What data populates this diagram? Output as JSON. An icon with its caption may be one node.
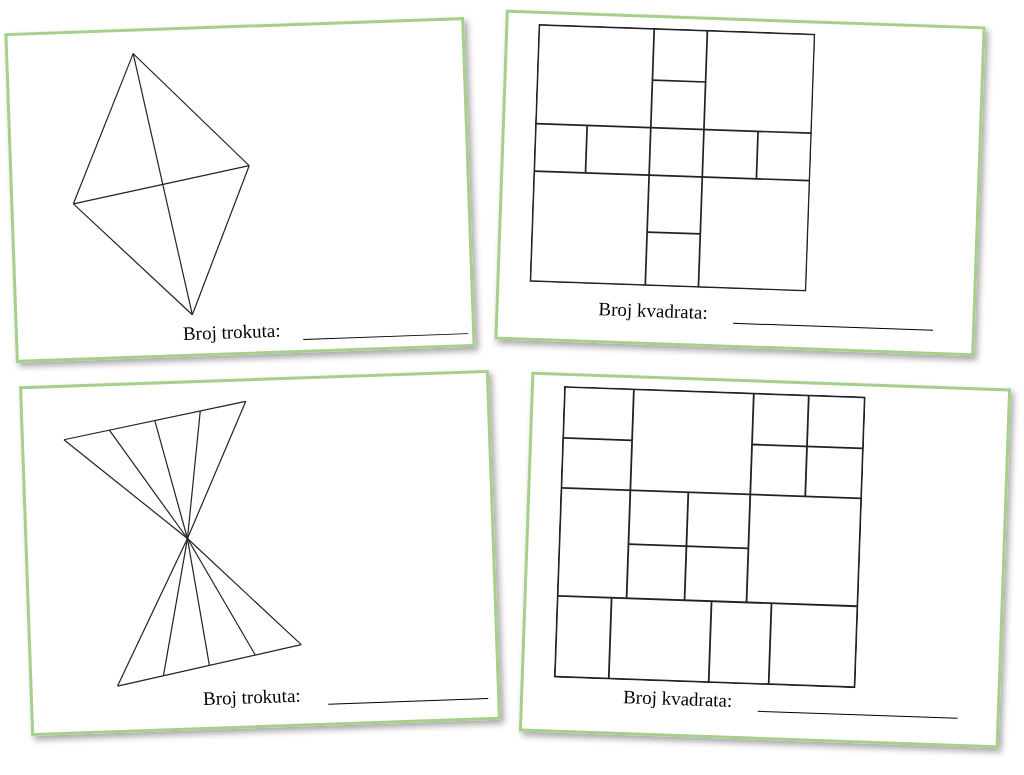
{
  "diagram": {
    "nodes": [
      {
        "text": [
          "Broj trokuta:"
        ]
      },
      {
        "text": [
          "Broj kvadrata:"
        ]
      },
      {
        "text": [
          "Broj trokuta:"
        ]
      },
      {
        "text": [
          "Broj kvadrata:"
        ]
      }
    ]
  }
}
